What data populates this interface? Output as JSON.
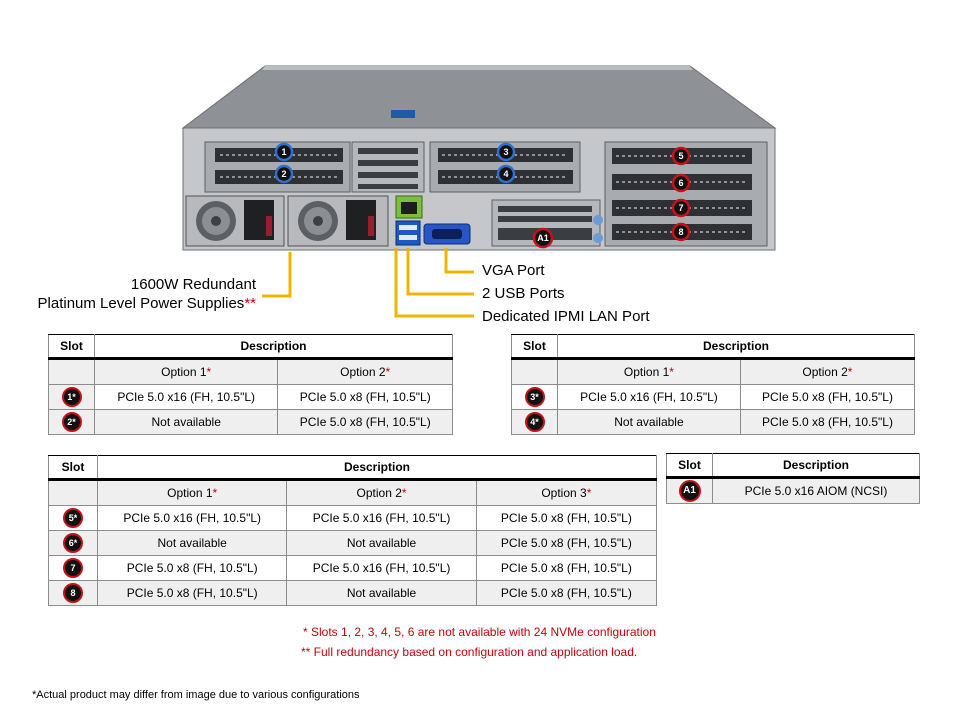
{
  "callouts": {
    "vga": "VGA Port",
    "usb": "2 USB Ports",
    "ipmi": "Dedicated IPMI  LAN Port",
    "psu_line1": "1600W Redundant",
    "psu_line2": "Platinum Level Power Supplies",
    "psu_mark": "**"
  },
  "slot_badges": [
    "1",
    "2",
    "3",
    "4",
    "5",
    "6",
    "7",
    "8",
    "A1"
  ],
  "table1": {
    "headers": [
      "Slot",
      "Description"
    ],
    "options": [
      "Option 1",
      "Option 2"
    ],
    "rows": [
      {
        "slot": "1*",
        "cells": [
          "PCIe 5.0 x16 (FH, 10.5\"L)",
          "PCIe 5.0 x8 (FH, 10.5\"L)"
        ]
      },
      {
        "slot": "2*",
        "cells": [
          "Not available",
          "PCIe 5.0 x8 (FH, 10.5\"L)"
        ]
      }
    ]
  },
  "table2": {
    "headers": [
      "Slot",
      "Description"
    ],
    "options": [
      "Option 1",
      "Option 2"
    ],
    "rows": [
      {
        "slot": "3*",
        "cells": [
          "PCIe 5.0 x16 (FH, 10.5\"L)",
          "PCIe 5.0 x8 (FH, 10.5\"L)"
        ]
      },
      {
        "slot": "4*",
        "cells": [
          "Not available",
          "PCIe 5.0 x8 (FH, 10.5\"L)"
        ]
      }
    ]
  },
  "table3": {
    "headers": [
      "Slot",
      "Description"
    ],
    "options": [
      "Option 1",
      "Option 2",
      "Option 3"
    ],
    "rows": [
      {
        "slot": "5*",
        "cells": [
          "PCIe 5.0 x16 (FH, 10.5\"L)",
          "PCIe 5.0 x16 (FH, 10.5\"L)",
          "PCIe 5.0 x8 (FH, 10.5\"L)"
        ]
      },
      {
        "slot": "6*",
        "cells": [
          "Not available",
          "Not available",
          "PCIe 5.0 x8 (FH, 10.5\"L)"
        ]
      },
      {
        "slot": "7",
        "cells": [
          "PCIe 5.0 x8 (FH, 10.5\"L)",
          "PCIe 5.0 x16 (FH, 10.5\"L)",
          "PCIe 5.0 x8 (FH, 10.5\"L)"
        ]
      },
      {
        "slot": "8",
        "cells": [
          "PCIe 5.0 x8 (FH, 10.5\"L)",
          "Not available",
          "PCIe 5.0 x8 (FH, 10.5\"L)"
        ]
      }
    ]
  },
  "table4": {
    "headers": [
      "Slot",
      "Description"
    ],
    "rows": [
      {
        "slot": "A1",
        "cells": [
          "PCIe 5.0 x16 AIOM (NCSI)"
        ]
      }
    ]
  },
  "option_mark": "*",
  "notes": {
    "note1": "* Slots 1, 2, 3, 4, 5, 6 are not available  with 24 NVMe configuration",
    "note2": "**  Full redundancy based on configuration and application load."
  },
  "footer": "*Actual product may differ from image due to various configurations",
  "colors": {
    "callout_line": "#f0b400",
    "badge_ring": "#c8101a",
    "badge_blue": "#2f6fd1",
    "accent_red": "#c8000a"
  }
}
